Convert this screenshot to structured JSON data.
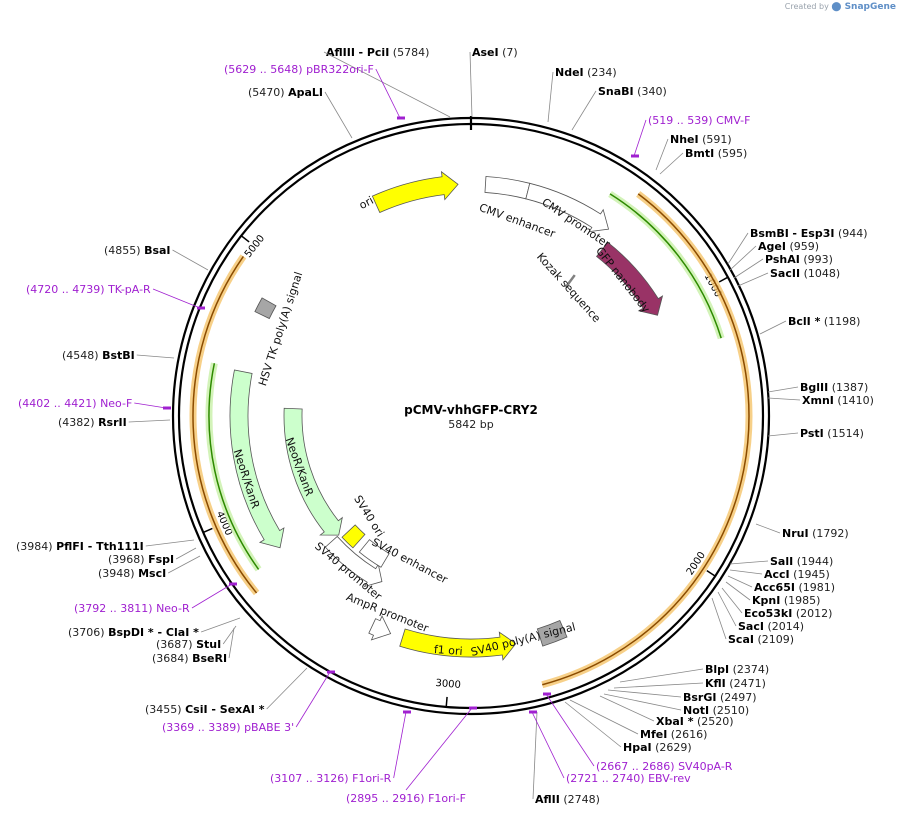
{
  "brand": {
    "created_by": "Created by",
    "name": "SnapGene"
  },
  "plasmid": {
    "name": "pCMV-vhhGFP-CRY2",
    "size": "5842 bp",
    "length": 5842
  },
  "ticks": [
    "1000",
    "2000",
    "3000",
    "4000",
    "5000"
  ],
  "enzymes": [
    {
      "name": "AflIII",
      "extra": "- PciI",
      "pos": "(5784)"
    },
    {
      "name": "AseI",
      "pos": "(7)"
    },
    {
      "name": "NdeI",
      "pos": "(234)"
    },
    {
      "name": "SnaBI",
      "pos": "(340)"
    },
    {
      "name": "NheI",
      "pos": "(591)"
    },
    {
      "name": "BmtI",
      "pos": "(595)"
    },
    {
      "name": "BsmBI",
      "extra": "- Esp3I",
      "pos": "(944)"
    },
    {
      "name": "AgeI",
      "pos": "(959)"
    },
    {
      "name": "PshAI",
      "pos": "(993)"
    },
    {
      "name": "SacII",
      "pos": "(1048)"
    },
    {
      "name": "BclI *",
      "pos": "(1198)"
    },
    {
      "name": "BglII",
      "pos": "(1387)"
    },
    {
      "name": "XmnI",
      "pos": "(1410)"
    },
    {
      "name": "PstI",
      "pos": "(1514)"
    },
    {
      "name": "NruI",
      "pos": "(1792)"
    },
    {
      "name": "SalI",
      "pos": "(1944)"
    },
    {
      "name": "AccI",
      "pos": "(1945)"
    },
    {
      "name": "Acc65I",
      "pos": "(1981)"
    },
    {
      "name": "KpnI",
      "pos": "(1985)"
    },
    {
      "name": "Eco53kI",
      "pos": "(2012)"
    },
    {
      "name": "SacI",
      "pos": "(2014)"
    },
    {
      "name": "ScaI",
      "pos": "(2109)"
    },
    {
      "name": "BlpI",
      "pos": "(2374)"
    },
    {
      "name": "KflI",
      "pos": "(2471)"
    },
    {
      "name": "BsrGI",
      "pos": "(2497)"
    },
    {
      "name": "NotI",
      "pos": "(2510)"
    },
    {
      "name": "XbaI *",
      "pos": "(2520)"
    },
    {
      "name": "MfeI",
      "pos": "(2616)"
    },
    {
      "name": "HpaI",
      "pos": "(2629)"
    },
    {
      "name": "AflII",
      "pos": "(2748)"
    },
    {
      "name": "CsiI",
      "extra": "- SexAI *",
      "pos": "(3455)"
    },
    {
      "name": "BseRI",
      "pos": "(3684)"
    },
    {
      "name": "StuI",
      "pos": "(3687)"
    },
    {
      "name": "BspDI *",
      "extra": "- ClaI *",
      "pos": "(3706)"
    },
    {
      "name": "MscI",
      "pos": "(3948)"
    },
    {
      "name": "FspI",
      "pos": "(3968)"
    },
    {
      "name": "PflFI",
      "extra": "- Tth111I",
      "pos": "(3984)"
    },
    {
      "name": "RsrII",
      "pos": "(4382)"
    },
    {
      "name": "BstBI",
      "pos": "(4548)"
    },
    {
      "name": "BsaI",
      "pos": "(4855)"
    },
    {
      "name": "ApaLI",
      "pos": "(5470)"
    }
  ],
  "primers": [
    {
      "range": "(5629 .. 5648)",
      "name": "pBR322ori-F"
    },
    {
      "range": "(519 .. 539)",
      "name": "CMV-F"
    },
    {
      "range": "(4720 .. 4739)",
      "name": "TK-pA-R"
    },
    {
      "range": "(4402 .. 4421)",
      "name": "Neo-F"
    },
    {
      "range": "(3792 .. 3811)",
      "name": "Neo-R"
    },
    {
      "range": "(3369 .. 3389)",
      "name": "pBABE 3'"
    },
    {
      "range": "(3107 .. 3126)",
      "name": "F1ori-R"
    },
    {
      "range": "(2895 .. 2916)",
      "name": "F1ori-F"
    },
    {
      "range": "(2721 .. 2740)",
      "name": "EBV-rev"
    },
    {
      "range": "(2667 .. 2686)",
      "name": "SV40pA-R"
    }
  ],
  "features": [
    {
      "name": "ori",
      "color": "#ffff00"
    },
    {
      "name": "CMV enhancer",
      "color": "#ffffff"
    },
    {
      "name": "CMV promoter",
      "color": "#ffffff"
    },
    {
      "name": "GFP nanobody",
      "color": "#993366"
    },
    {
      "name": "Kozak sequence",
      "color": "#808080"
    },
    {
      "name": "SV40 poly(A) signal",
      "color": "#a6a6a6"
    },
    {
      "name": "f1 ori",
      "color": "#ffff00"
    },
    {
      "name": "AmpR promoter",
      "color": "#ffffff"
    },
    {
      "name": "SV40 promoter",
      "color": "#ffffff"
    },
    {
      "name": "SV40 enhancer",
      "color": "#ffffff"
    },
    {
      "name": "SV40 ori",
      "color": "#ffff00"
    },
    {
      "name": "NeoR/KanR",
      "color": "#ccffcc"
    },
    {
      "name": "HSV TK poly(A) signal",
      "color": "#a6a6a6"
    }
  ],
  "colors": {
    "orf": "#f5c46a",
    "orf_line": "#8a4b00",
    "green_orf": "#2d8a00",
    "primer": "#a020d0",
    "backbone": "#000000"
  }
}
